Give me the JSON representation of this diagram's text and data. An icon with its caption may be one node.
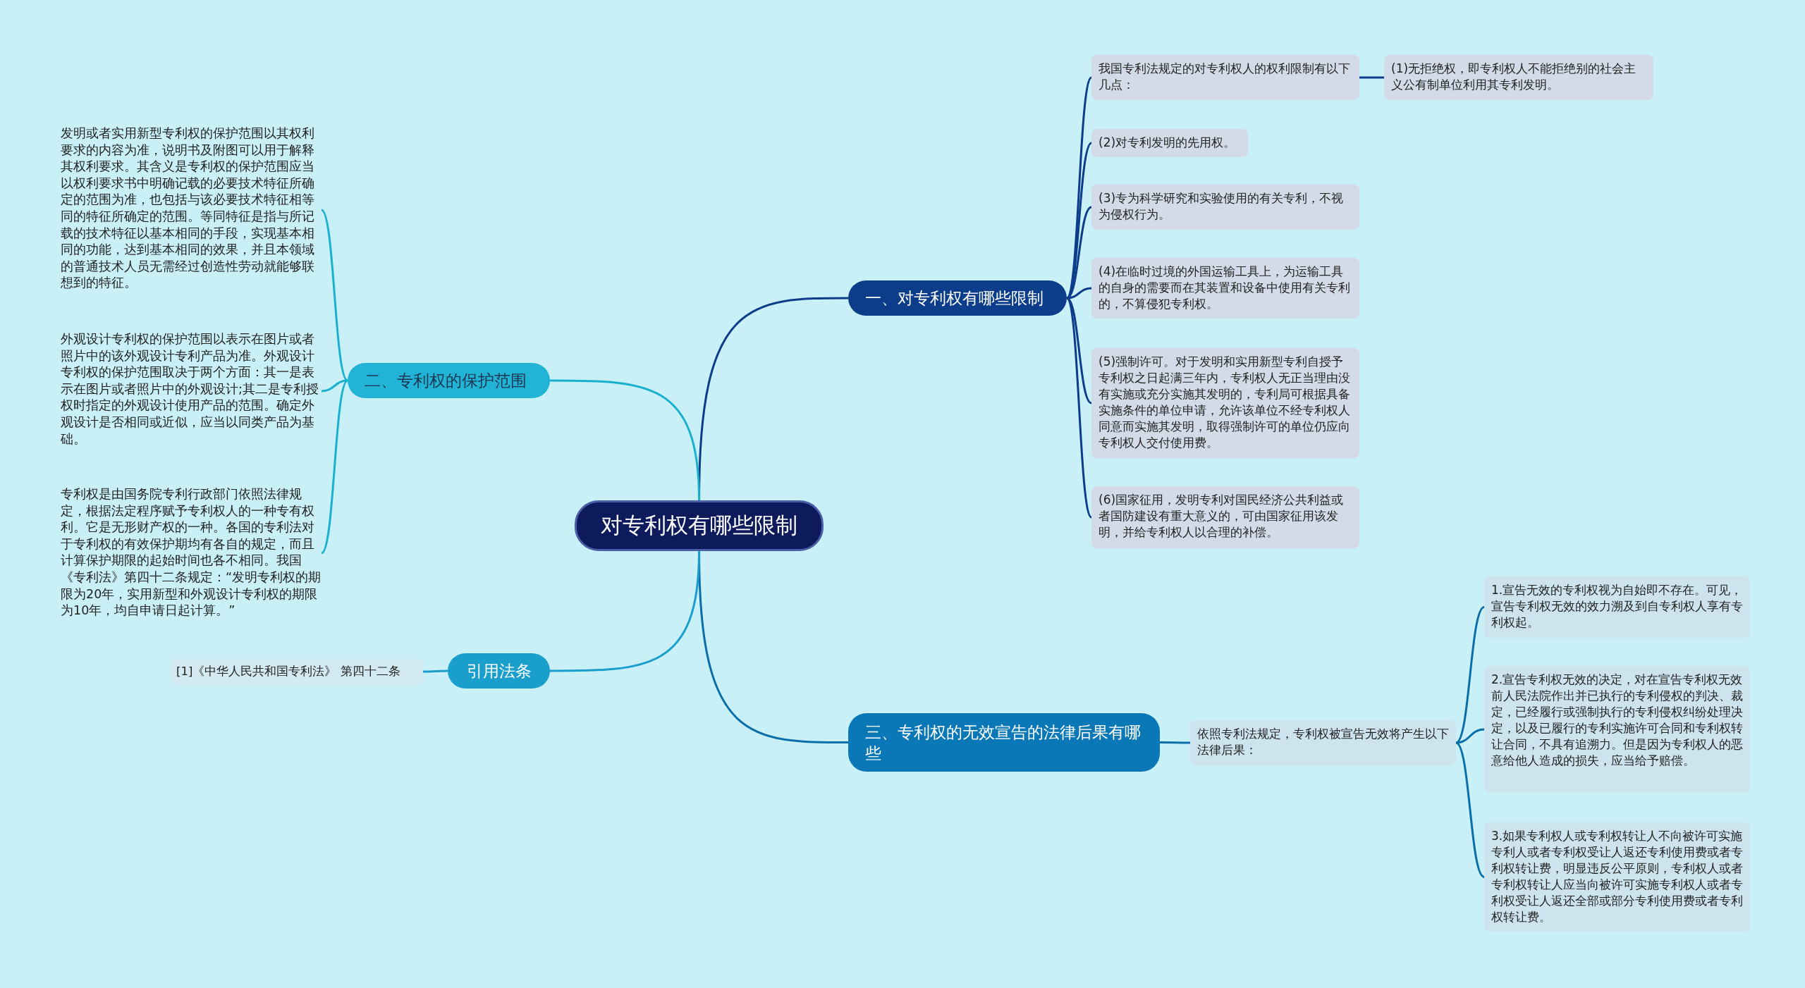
{
  "diagram": {
    "nodes": [
      {
        "text": [
          "对专利权有哪些限制"
        ]
      },
      {
        "text": [
          "一、对专利权有哪些限制"
        ]
      },
      {
        "text": [
          "我国专利法规定的对专利权人的权利限制有以下几点："
        ]
      },
      {
        "text": [
          "(1)无拒绝权，即专利权人不能拒绝别的社会主义公有制单位利用其专利发明。"
        ]
      },
      {
        "text": [
          "(2)对专利发明的先用权。"
        ]
      },
      {
        "text": [
          "(3)专为科学研究和实验使用的有关专利，不视为侵权行为。"
        ]
      },
      {
        "text": [
          "(4)在临时过境的外国运输工具上，为运输工具的自身的需要而在其装置和设备中使用有关专利的，不算侵犯专利权。"
        ]
      },
      {
        "text": [
          "(5)强制许可。对于发明和实用新型专利自授予专利权之日起满三年内，专利权人无正当理由没有实施或充分实施其发明的，专利局可根据具备实施条件的单位申请，允许该单位不经专利权人同意而实施其发明，取得强制许可的单位仍应向专利权人交付使用费。"
        ]
      },
      {
        "text": [
          "(6)国家征用，发明专利对国民经济公共利益或者国防建设有重大意义的，可由国家征用该发明，并给专利权人以合理的补偿。"
        ]
      },
      {
        "text": [
          "三、专利权的无效宣告的法律后果有哪些"
        ]
      },
      {
        "text": [
          "依照专利法规定，专利权被宣告无效将产生以下法律后果："
        ]
      },
      {
        "text": [
          "1.宣告无效的专利权视为自始即不存在。可见，宣告专利权无效的效力溯及到自专利权人享有专利权起。"
        ]
      },
      {
        "text": [
          "2.宣告专利权无效的决定，对在宣告专利权无效前人民法院作出并已执行的专利侵权的判决、裁定，已经履行或强制执行的专利侵权纠纷处理决定，以及已履行的专利实施许可合同和专利权转让合同，不具有追溯力。但是因为专利权人的恶意给他人造成的损失，应当给予赔偿。"
        ]
      },
      {
        "text": [
          "3.如果专利权人或专利权转让人不向被许可实施专利人或者专利权受让人返还专利使用费或者专利权转让费，明显违反公平原则，专利权人或者专利权转让人应当向被许可实施专利权人或者专利权受让人返还全部或部分专利使用费或者专利权转让费。"
        ]
      },
      {
        "text": [
          "二、专利权的保护范围"
        ]
      },
      {
        "text": [
          "发明或者实用新型专利权的保护范围以其权利要求的内容为准，说明书及附图可以用于解释其权利要求。其含义是专利权的保护范围应当以权利要求书中明确记载的必要技术特征所确定的范围为准，也包括与该必要技术特征相等同的特征所确定的范围。等同特征是指与所记载的技术特征以基本相同的手段，实现基本相同的功能，达到基本相同的效果，并且本领域的普通技术人员无需经过创造性劳动就能够联想到的特征。"
        ]
      },
      {
        "text": [
          "外观设计专利权的保护范围以表示在图片或者照片中的该外观设计专利产品为准。外观设计专利权的保护范围取决于两个方面：其一是表示在图片或者照片中的外观设计;其二是专利授权时指定的外观设计使用产品的范围。确定外观设计是否相同或近似，应当以同类产品为基础。"
        ]
      },
      {
        "text": [
          "专利权是由国务院专利行政部门依照法律规定，根据法定程序赋予专利权人的一种专有权利。它是无形财产权的一种。各国的专利法对于专利权的有效保护期均有各自的规定，而且计算保护期限的起始时间也各不相同。我国《专利法》第四十二条规定：“发明专利权的期限为20年，实用新型和外观设计专利权的期限为10年，均自申请日起计算。”"
        ]
      },
      {
        "text": [
          "引用法条"
        ]
      },
      {
        "text": [
          "[1]《中华人民共和国专利法》 第四十二条"
        ]
      }
    ],
    "edges": [
      {
        "from": 0,
        "to": 1,
        "arrow": "none",
        "color": "#0b3d8a"
      },
      {
        "from": 1,
        "to": 2,
        "arrow": "none",
        "color": "#0b3d8a"
      },
      {
        "from": 2,
        "to": 3,
        "arrow": "none",
        "color": "#0b3d8a"
      },
      {
        "from": 1,
        "to": 4,
        "arrow": "none",
        "color": "#0b3d8a"
      },
      {
        "from": 1,
        "to": 5,
        "arrow": "none",
        "color": "#0b3d8a"
      },
      {
        "from": 1,
        "to": 6,
        "arrow": "none",
        "color": "#0b3d8a"
      },
      {
        "from": 1,
        "to": 7,
        "arrow": "none",
        "color": "#0b3d8a"
      },
      {
        "from": 1,
        "to": 8,
        "arrow": "none",
        "color": "#0b3d8a"
      },
      {
        "from": 0,
        "to": 9,
        "arrow": "none"
      },
      {
        "from": 9,
        "to": 10,
        "arrow": "none"
      },
      {
        "from": 10,
        "to": 11,
        "arrow": "none"
      },
      {
        "from": 10,
        "to": 12,
        "arrow": "none"
      },
      {
        "from": 10,
        "to": 13,
        "arrow": "none"
      },
      {
        "from": 0,
        "to": 14,
        "arrow": "none",
        "color": "#1ab0d0"
      },
      {
        "from": 14,
        "to": 15,
        "arrow": "none",
        "color": "#1ab0d0"
      },
      {
        "from": 14,
        "to": 16,
        "arrow": "none",
        "color": "#1ab0d0"
      },
      {
        "from": 14,
        "to": 17,
        "arrow": "none",
        "color": "#1ab0d0"
      },
      {
        "from": 0,
        "to": 18,
        "arrow": "none",
        "color": "#1a9fcc"
      },
      {
        "from": 18,
        "to": 19,
        "arrow": "none",
        "color": "#1a9fcc"
      }
    ]
  }
}
